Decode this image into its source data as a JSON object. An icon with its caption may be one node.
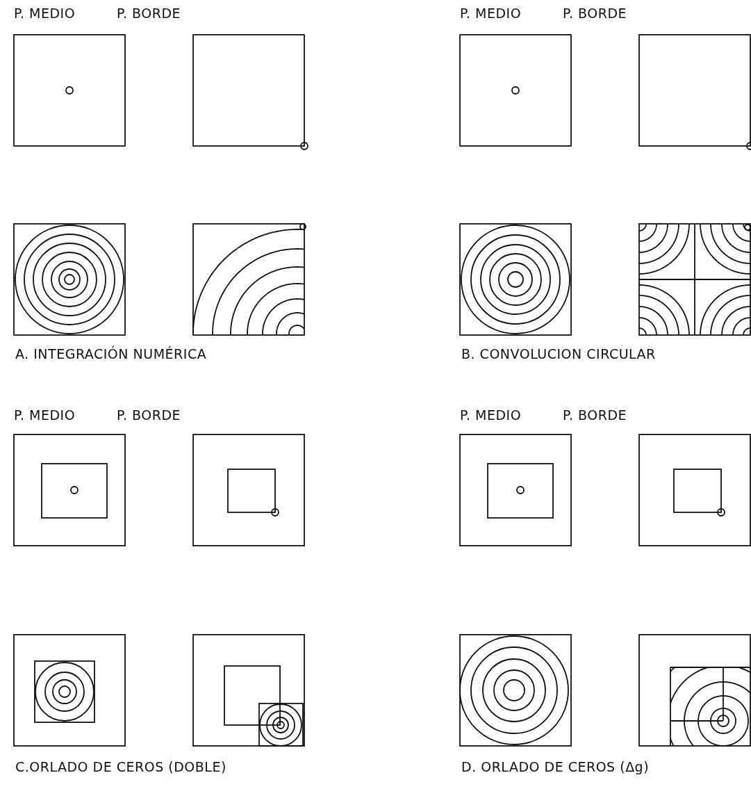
{
  "diagram": {
    "labels": [
      "P. MEDIO",
      "P. BORDE",
      "P. MEDIO",
      "P. BORDE",
      "A. INTEGRACIÓN NUMÉRICA",
      "B. CONVOLUCION CIRCULAR",
      "P. MEDIO",
      "P. BORDE",
      "P. MEDIO",
      "P. BORDE",
      "C.ORLADO DE CEROS (DOBLE)",
      "D. ORLADO DE CEROS (Δg)"
    ]
  }
}
